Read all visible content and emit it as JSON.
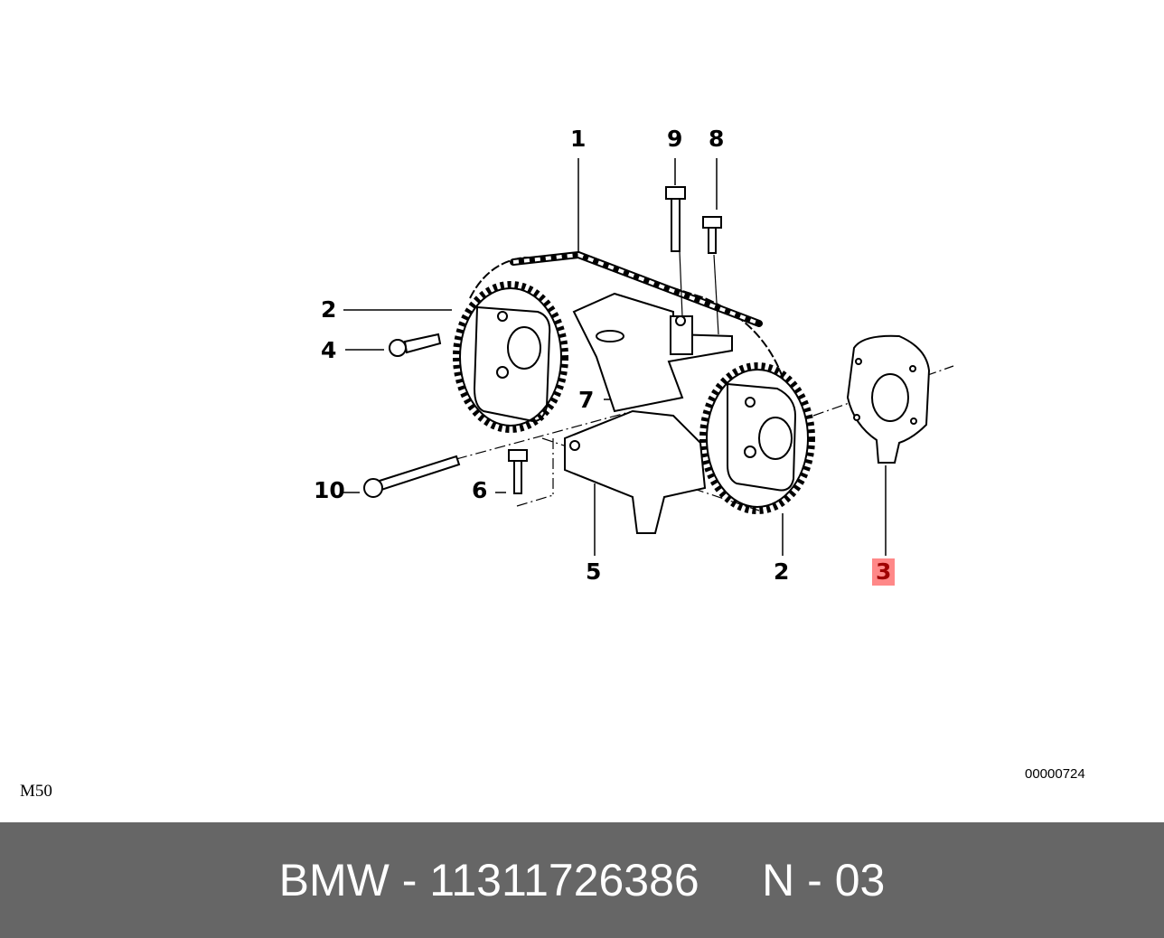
{
  "callouts": [
    "1",
    "9",
    "8",
    "2",
    "4",
    "7",
    "10",
    "6",
    "5",
    "2",
    "3"
  ],
  "highlighted_callout": "3",
  "highlight_color": "#ff8888",
  "model_code": "M50",
  "image_number": "00000724",
  "footer": {
    "brand": "BMW",
    "part_number": "11311726386",
    "reference": "N - 03",
    "text": "BMW - 11311726386     N - 03"
  }
}
